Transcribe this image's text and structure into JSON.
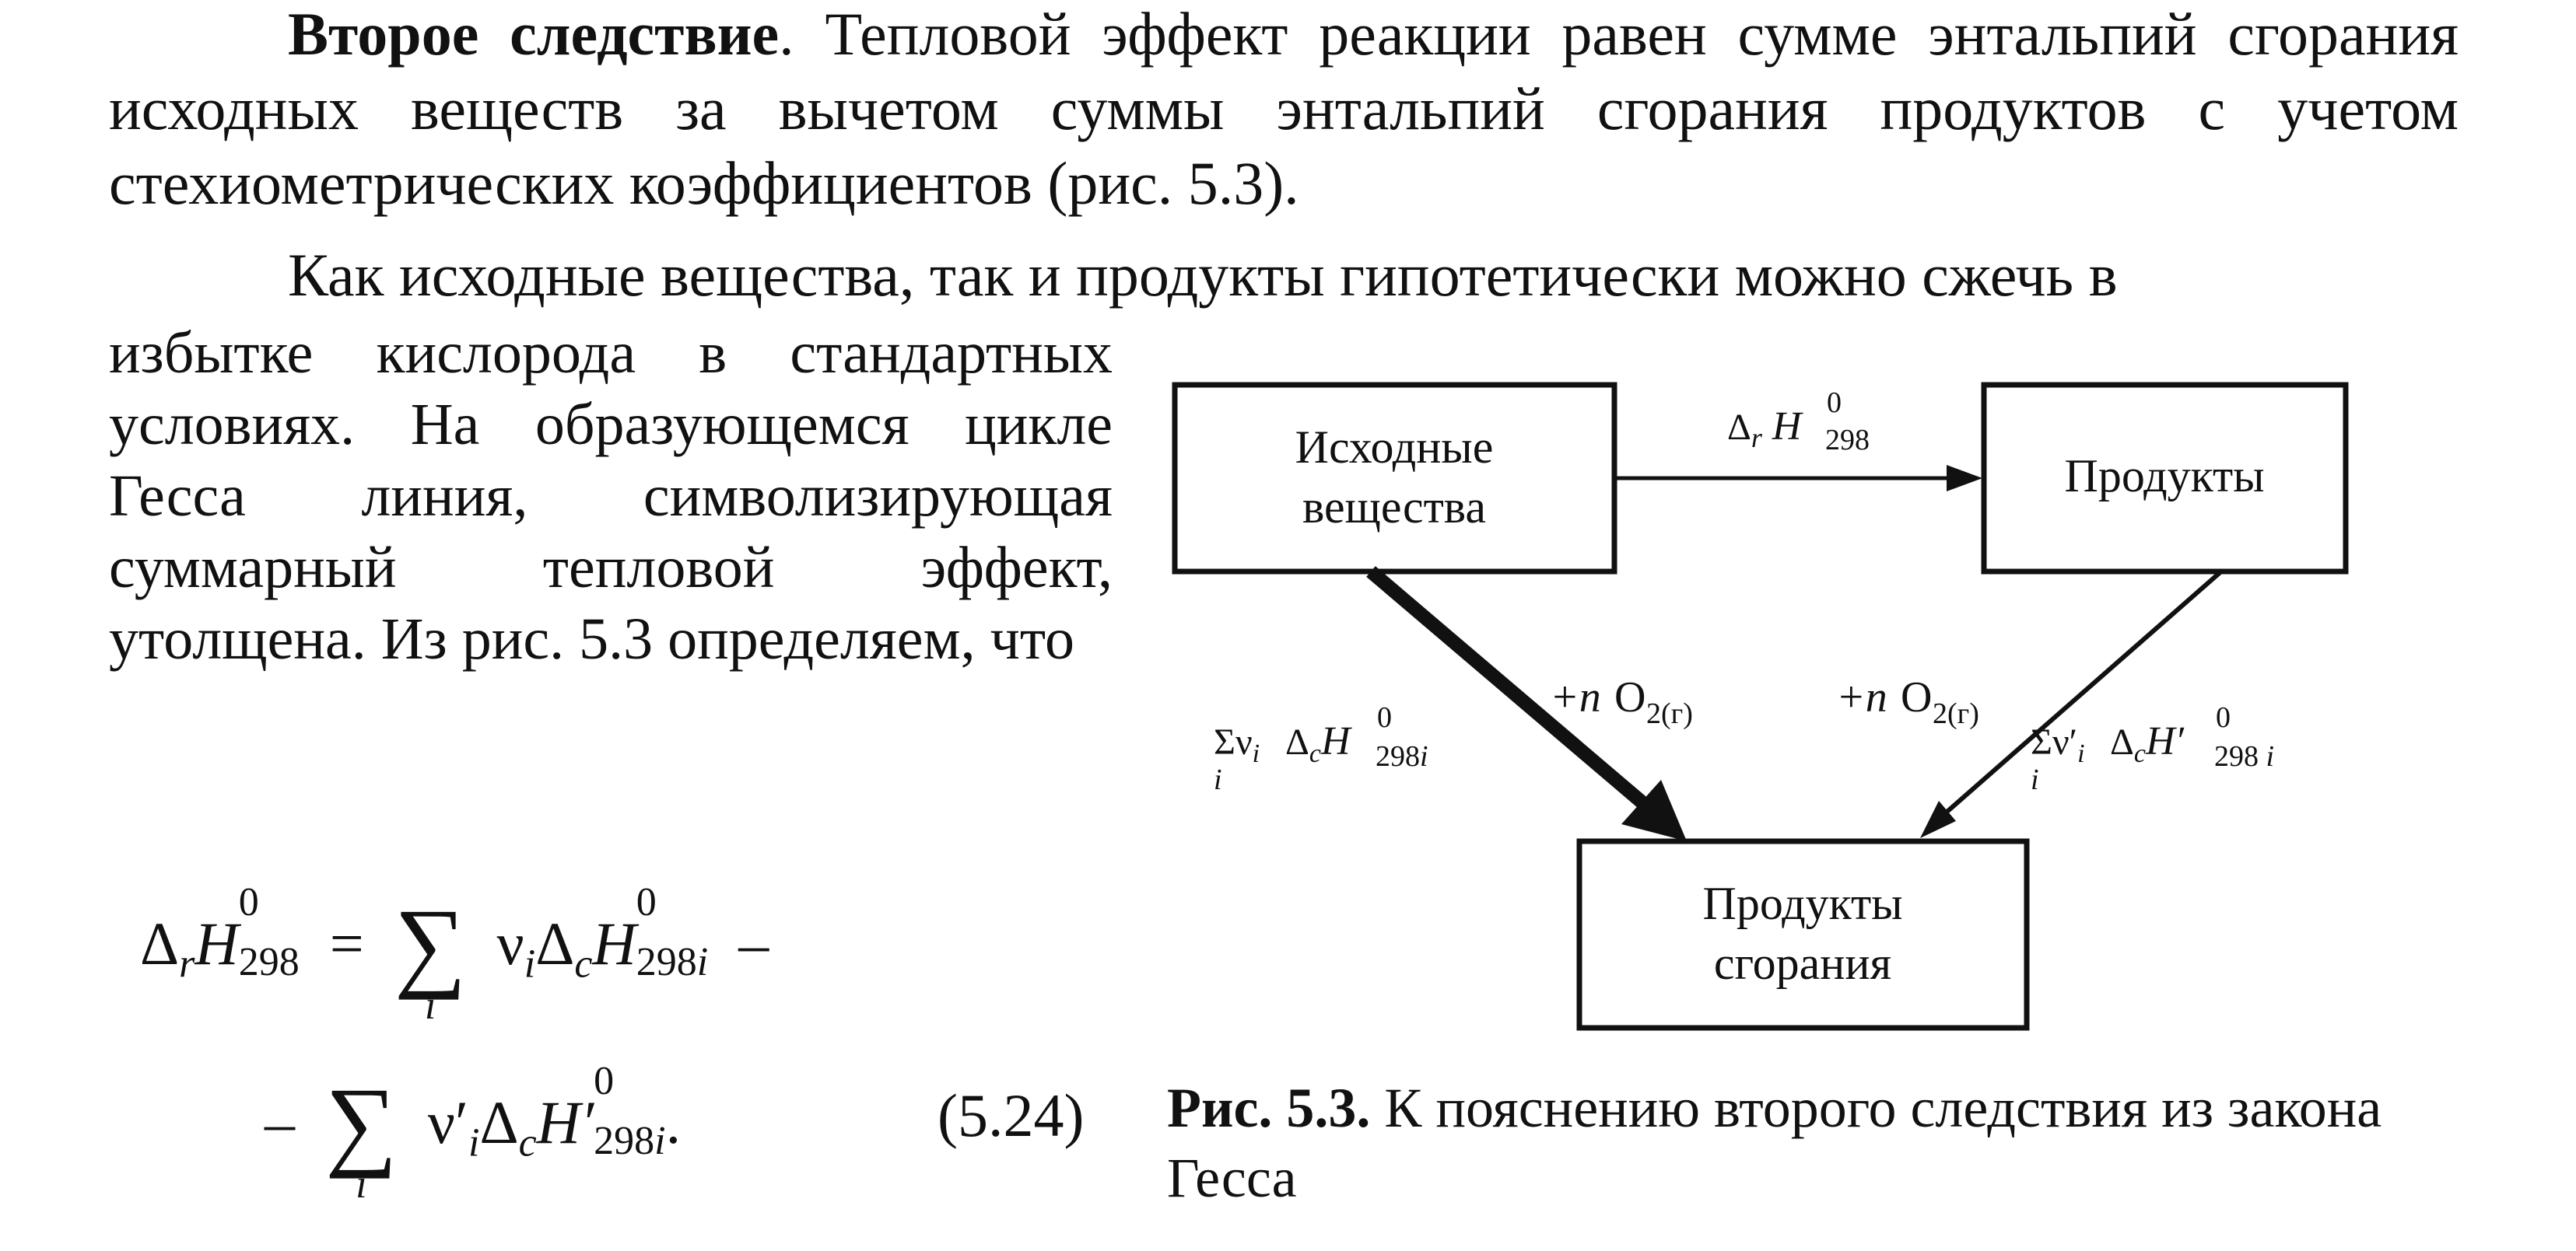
{
  "intro": {
    "lead": "Второе следствие",
    "text": ". Тепловой эффект реакции равен сумме энтальпий сгорания исходных веществ за вычетом суммы энтальпий сгорания продуктов с учетом стехиометрических коэффициентов (рис. 5.3)."
  },
  "para2": {
    "line1": "Как исходные вещества, так и продукты гипотетически можно сжечь в",
    "rest": "избытке кислорода в стандартных условиях. На образующемся цикле Гесса линия, символизирующая суммарный тепловой эффект, утолщена. Из рис. 5.3 определяем, что"
  },
  "equation": {
    "number": "(5.24)"
  },
  "diagram": {
    "box_reactants_line1": "Исходные",
    "box_reactants_line2": "вещества",
    "box_products": "Продукты",
    "box_combustion_line1": "Продукты",
    "box_combustion_line2": "сгорания",
    "oxygen_label": "O",
    "oxygen_sub": "2(г)",
    "oxygen_coef": "+n"
  },
  "caption": {
    "number": "Рис. 5.3.",
    "text": "К пояснению второго следствия из закона Гесса"
  }
}
